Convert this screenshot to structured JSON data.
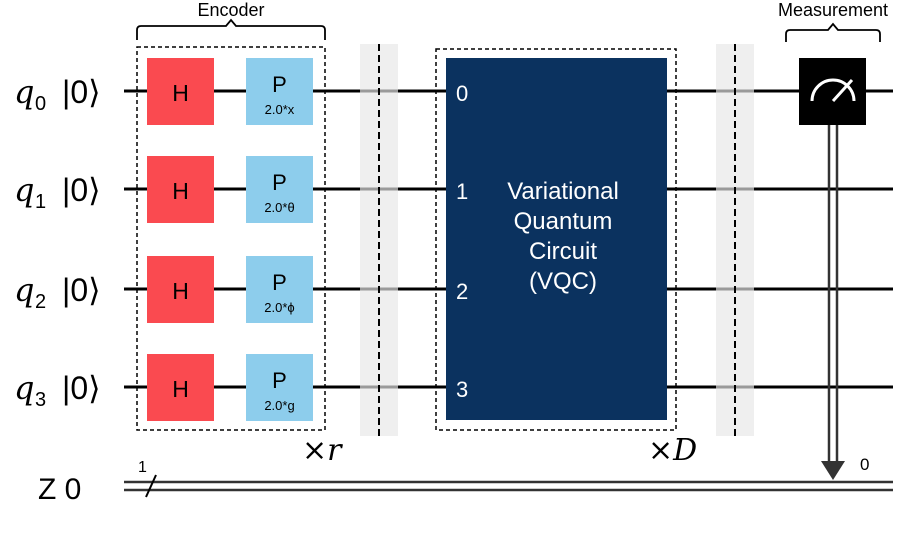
{
  "labels": {
    "encoder": "Encoder",
    "measurement": "Measurement",
    "encoder_repeat": "×r",
    "vqc_repeat": "×D",
    "classical_register": "Z 0",
    "classical_width": "1",
    "measure_target": "0"
  },
  "qubits": [
    {
      "name": "q",
      "sub": "0",
      "ket": "|0⟩",
      "param": "2.0*x",
      "vqc_index": "0"
    },
    {
      "name": "q",
      "sub": "1",
      "ket": "|0⟩",
      "param": "2.0*θ",
      "vqc_index": "1"
    },
    {
      "name": "q",
      "sub": "2",
      "ket": "|0⟩",
      "param": "2.0*ϕ",
      "vqc_index": "2"
    },
    {
      "name": "q",
      "sub": "3",
      "ket": "|0⟩",
      "param": "2.0*g",
      "vqc_index": "3"
    }
  ],
  "gates": {
    "hadamard_label": "H",
    "phase_label": "P"
  },
  "vqc": {
    "lines": [
      "Variational",
      "Quantum",
      "Circuit",
      "(VQC)"
    ]
  },
  "colors": {
    "hadamard": "#fa4a50",
    "phase": "#8dcdec",
    "vqc": "#0b325f",
    "measure": "#000000",
    "barrier": "#efefef"
  }
}
